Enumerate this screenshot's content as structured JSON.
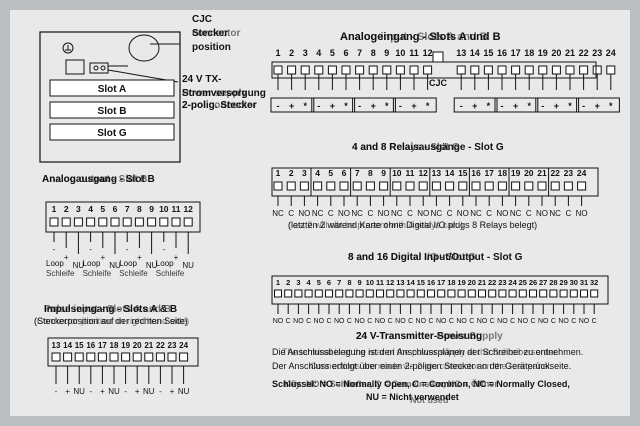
{
  "device": {
    "slots": [
      "Slot A",
      "Slot B",
      "Slot G"
    ],
    "callouts": {
      "cjc_title": "CJC",
      "cjc_line1": "Stecker",
      "cjc_line2": "connector",
      "cjc_line3": "position",
      "supply_line1": "24 V TX-",
      "supply_line2": "Stromversorgung",
      "supply_line3": "Power supply",
      "supply_line4": "2-polig. Stecker",
      "supply_line5": "2-pol connector"
    }
  },
  "analog_input": {
    "title_de": "Analogeingang - Slots A und B",
    "title_en": "Analog input - Slots A and B",
    "terminals": [
      "1",
      "2",
      "3",
      "4",
      "5",
      "6",
      "7",
      "8",
      "9",
      "10",
      "11",
      "12",
      "13",
      "14",
      "15",
      "16",
      "17",
      "18",
      "19",
      "20",
      "21",
      "22",
      "23",
      "24"
    ],
    "cjc_label": "CJC",
    "polarity": [
      "-",
      "+",
      "*"
    ]
  },
  "relay": {
    "title_de": "4 and 8 Relaisausgänge - Slot G",
    "title_en": "4 and 8 Relays - Slot G",
    "terminals": [
      "1",
      "2",
      "3",
      "4",
      "5",
      "6",
      "7",
      "8",
      "9",
      "10",
      "11",
      "12",
      "13",
      "14",
      "15",
      "16",
      "17",
      "18",
      "19",
      "20",
      "21",
      "22",
      "23",
      "24"
    ],
    "contacts": [
      "NC",
      "C",
      "NO"
    ],
    "note_de": "(letzten 2 wärend Karte ohne Digital I/O plugs 8 Relays belegt)",
    "note_en": "(last 2 will not be present with 4 relays card)"
  },
  "digital_io": {
    "title_de": "8 and 16 Digital Input/Output - Slot G",
    "title_en": "8 and 16 Digital I/O - Slot G",
    "terminals": [
      "1",
      "2",
      "3",
      "4",
      "5",
      "6",
      "7",
      "8",
      "9",
      "10",
      "11",
      "12",
      "13",
      "14",
      "15",
      "16",
      "17",
      "18",
      "19",
      "20",
      "21",
      "22",
      "23",
      "24",
      "25",
      "26",
      "27",
      "28",
      "29",
      "30",
      "31",
      "32"
    ],
    "contacts": [
      "NO",
      "C"
    ]
  },
  "analog_output": {
    "title_de": "Analogausgang - Slot B",
    "title_en": "Analog output - Slot B",
    "terminals": [
      "1",
      "2",
      "3",
      "4",
      "5",
      "6",
      "7",
      "8",
      "9",
      "10",
      "11",
      "12"
    ],
    "row_labels": [
      "-",
      "+",
      "NU"
    ],
    "loop_top": "Loop",
    "loop_bottom": "Schleife"
  },
  "pulse_input": {
    "title_de": "Impulseingang - Slots A & B",
    "title_en": "Pulse input - Slots A and B",
    "subtitle_de": "(Steckerposition auf der rechten Seite)",
    "subtitle_en": "(Connector position on right hand side)",
    "terminals": [
      "13",
      "14",
      "15",
      "16",
      "17",
      "18",
      "19",
      "20",
      "21",
      "22",
      "23",
      "24"
    ],
    "row_labels": [
      "-",
      "+",
      "NU"
    ]
  },
  "power_supply": {
    "title_de": "24 V-Transmitter-Speisung",
    "title_en": "24 V Transmitter Power Supply",
    "text_de1": "Die Anschlussbelegung ist den Anschlussplänen der Schreiber zu entnehmen.",
    "text_de2": "Der Anschluss erfolgt über einen 2-poligen Stecker an der Geräterückseite.",
    "text_en1": "The terminal is at the rear of the power supply at the Schreibersorder.",
    "text_en2": "Connections are made via 2-pin connector on the rear panel.",
    "legend_de1": "Schlüssel: NO = Normally Open, C = Common, NC = Normally Closed,",
    "legend_en1": "Key: NO = Schließer, C = Gemeinsam, NC = Öffner",
    "legend_de2": "NU = Nicht verwendet",
    "legend_en2": "Not used"
  }
}
